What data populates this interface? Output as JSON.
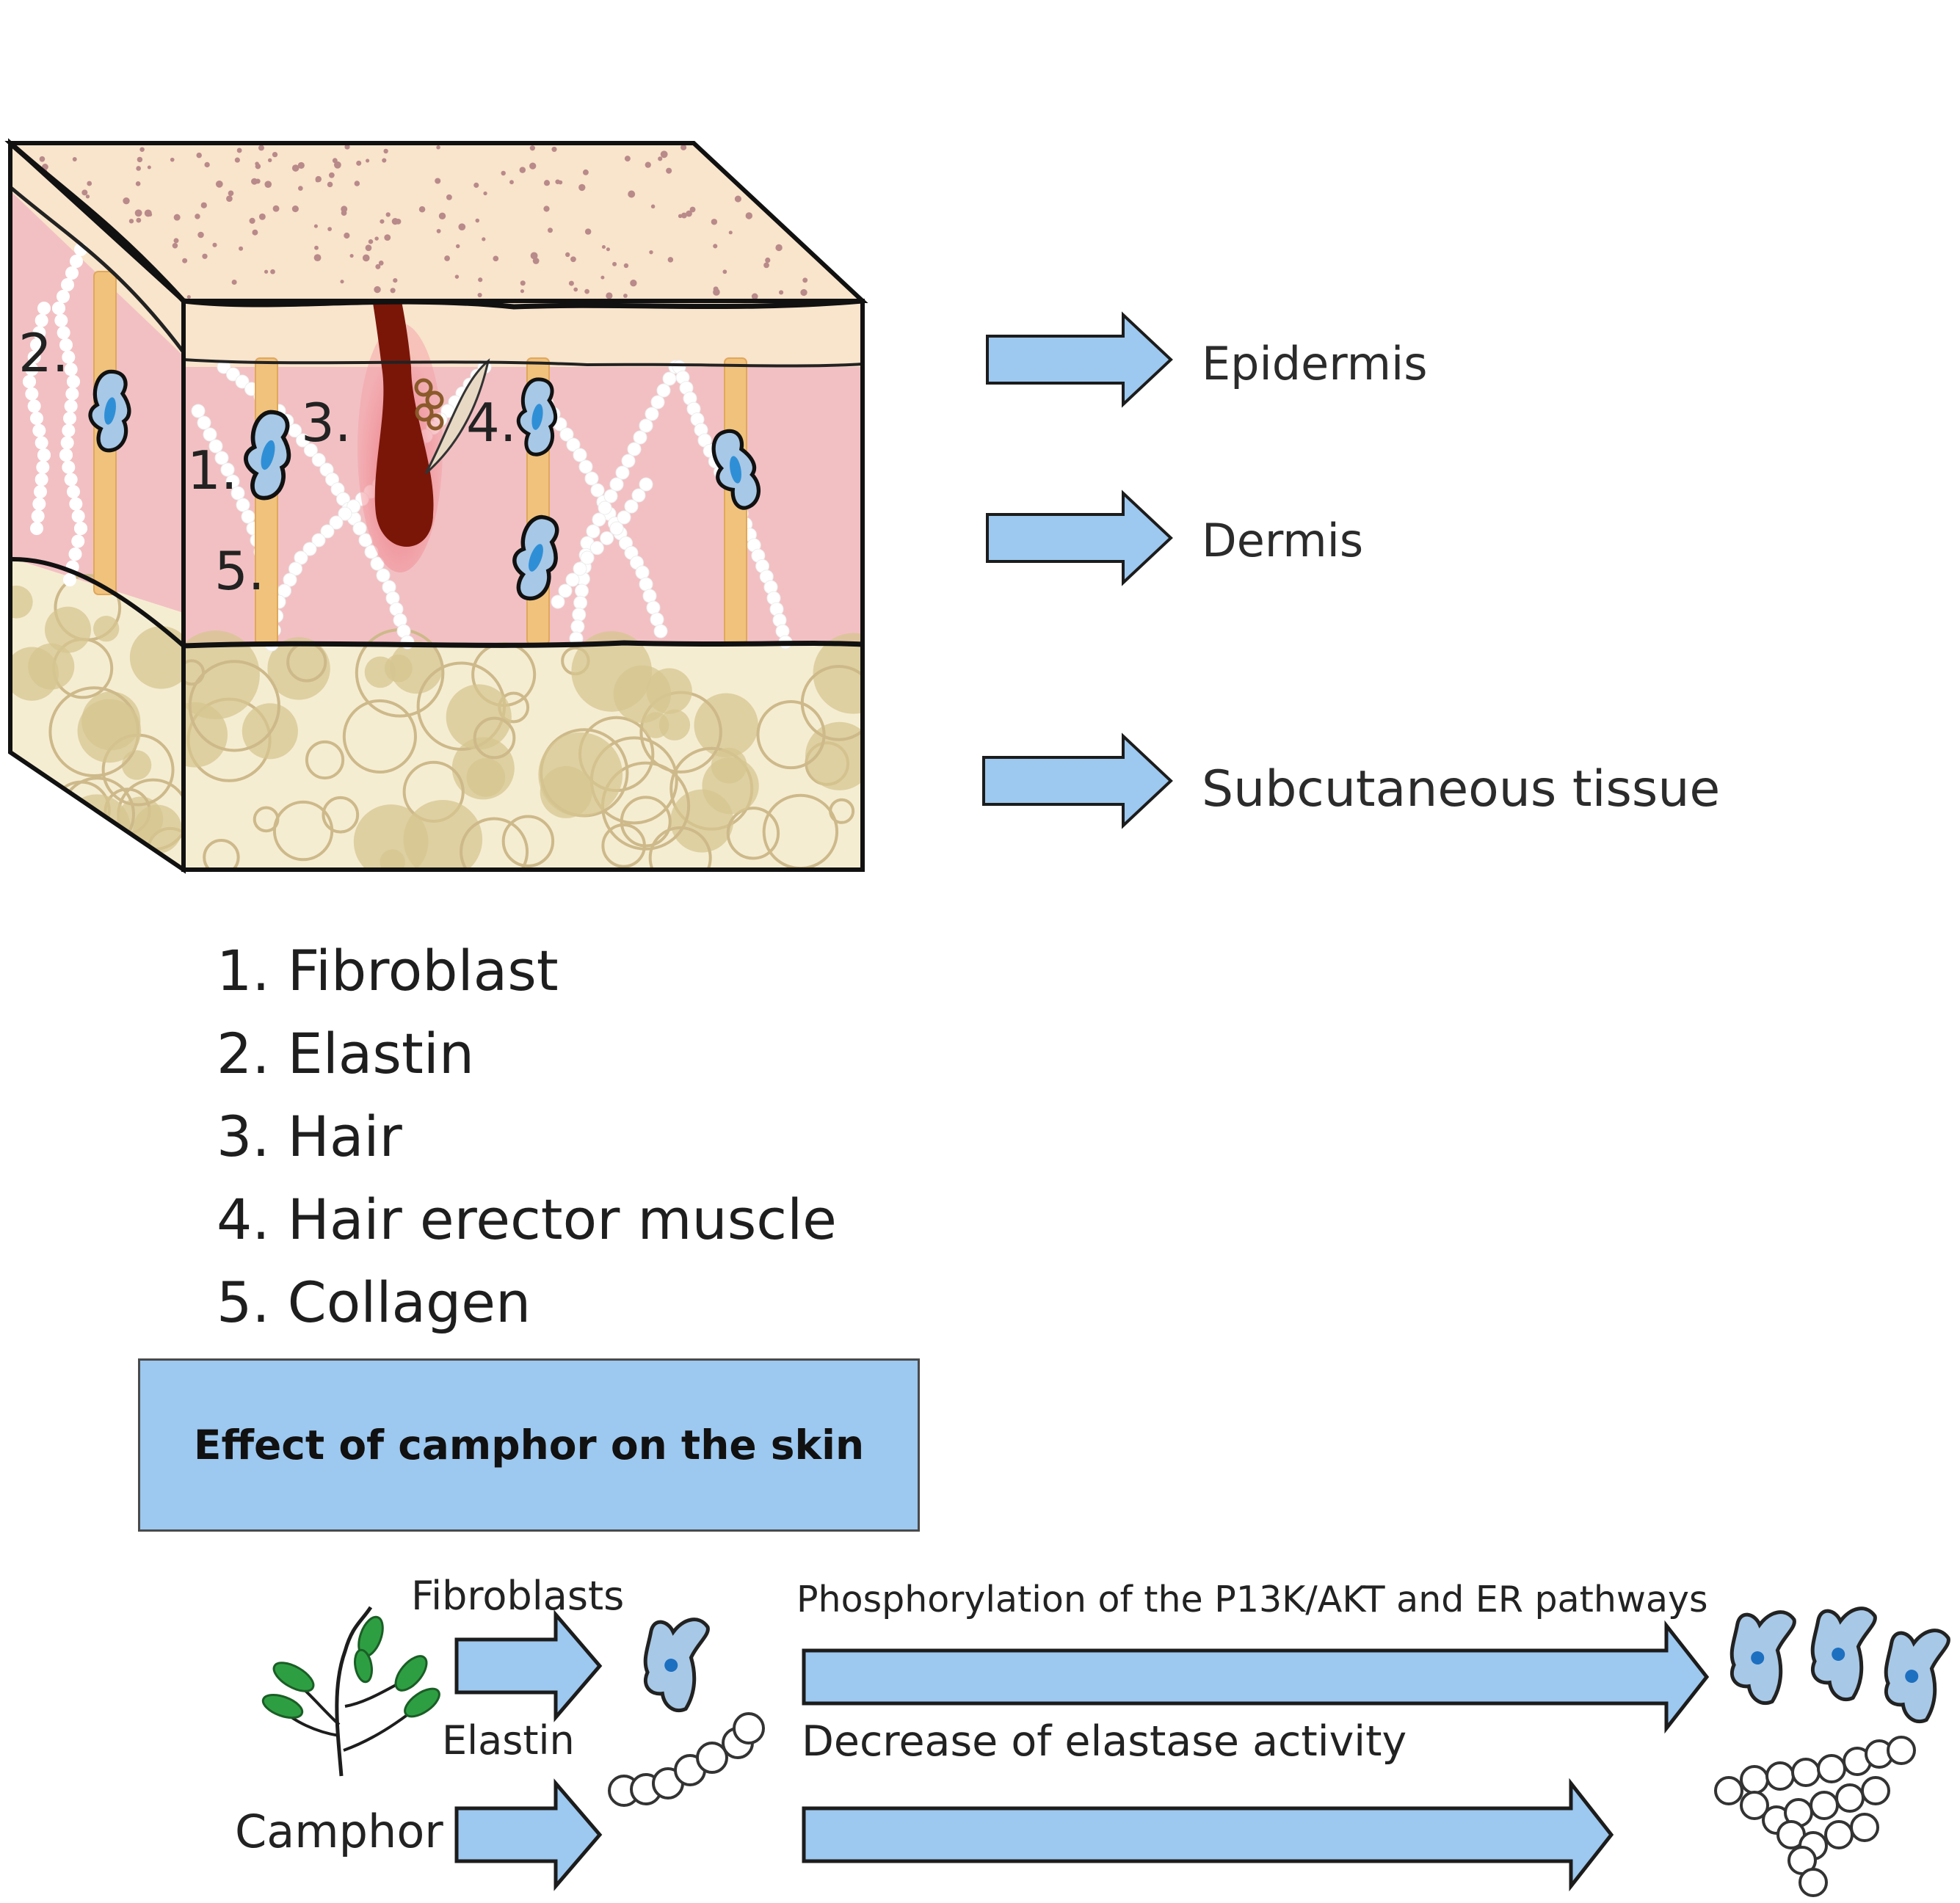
{
  "layers": {
    "epidermis": "Epidermis",
    "dermis": "Dermis",
    "subcutaneous": "Subcutaneous tissue"
  },
  "markers": {
    "m1": "1.",
    "m2": "2.",
    "m3": "3.",
    "m4": "4.",
    "m5": "5."
  },
  "legend": [
    "1. Fibroblast",
    "2. Elastin",
    "3. Hair",
    "4. Hair erector muscle",
    "5. Collagen"
  ],
  "effect_title": "Effect of camphor on the skin",
  "mechanism": {
    "fibroblasts": "Fibroblasts",
    "elastin": "Elastin",
    "camphor": "Camphor",
    "pathway": "Phosphorylation of the P13K/AKT and ER pathways",
    "elastase": "Decrease of elastase activity"
  },
  "colors": {
    "arrow_fill": "#9dc8ef",
    "dermis": "#f2c0c3",
    "epidermis": "#f8e3cb",
    "subcutaneous": "#f4ecd0",
    "hair": "#7a1608",
    "fibroblast": "#a7c8e6",
    "collagen": "#f1c27c"
  }
}
